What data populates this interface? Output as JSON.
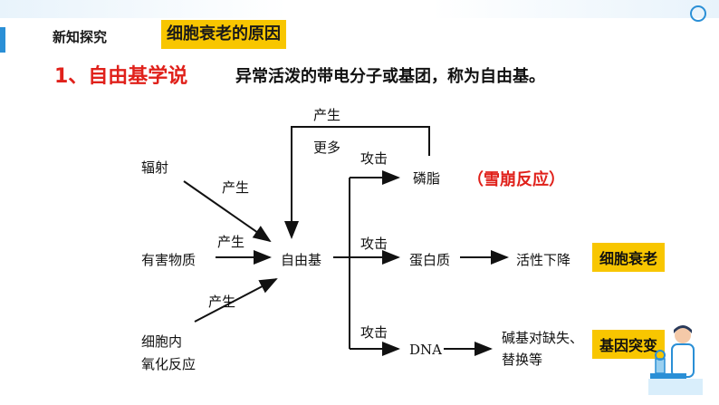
{
  "header": {
    "section_tag": "新知探究",
    "title": "细胞衰老的原因"
  },
  "point": {
    "title": "1、自由基学说",
    "description": "异常活泼的带电分子或基团，称为自由基。"
  },
  "diagram": {
    "sources": [
      "辐射",
      "有害物质",
      "细胞内",
      "氧化反应"
    ],
    "produce": "产生",
    "produce_more_1": "产生",
    "produce_more_2": "更多",
    "center": "自由基",
    "attack": "攻击",
    "targets": [
      "磷脂",
      "蛋白质",
      "DNA"
    ],
    "effect_protein": "活性下降",
    "effect_dna_1": "碱基对缺失、",
    "effect_dna_2": "替换等"
  },
  "annotations": {
    "avalanche": "（雪崩反应）",
    "aging": "细胞衰老",
    "mutation": "基因突变"
  },
  "colors": {
    "accent_red": "#e0211b",
    "highlight_yellow": "#f8c600",
    "brand_blue": "#2a8fd6"
  }
}
